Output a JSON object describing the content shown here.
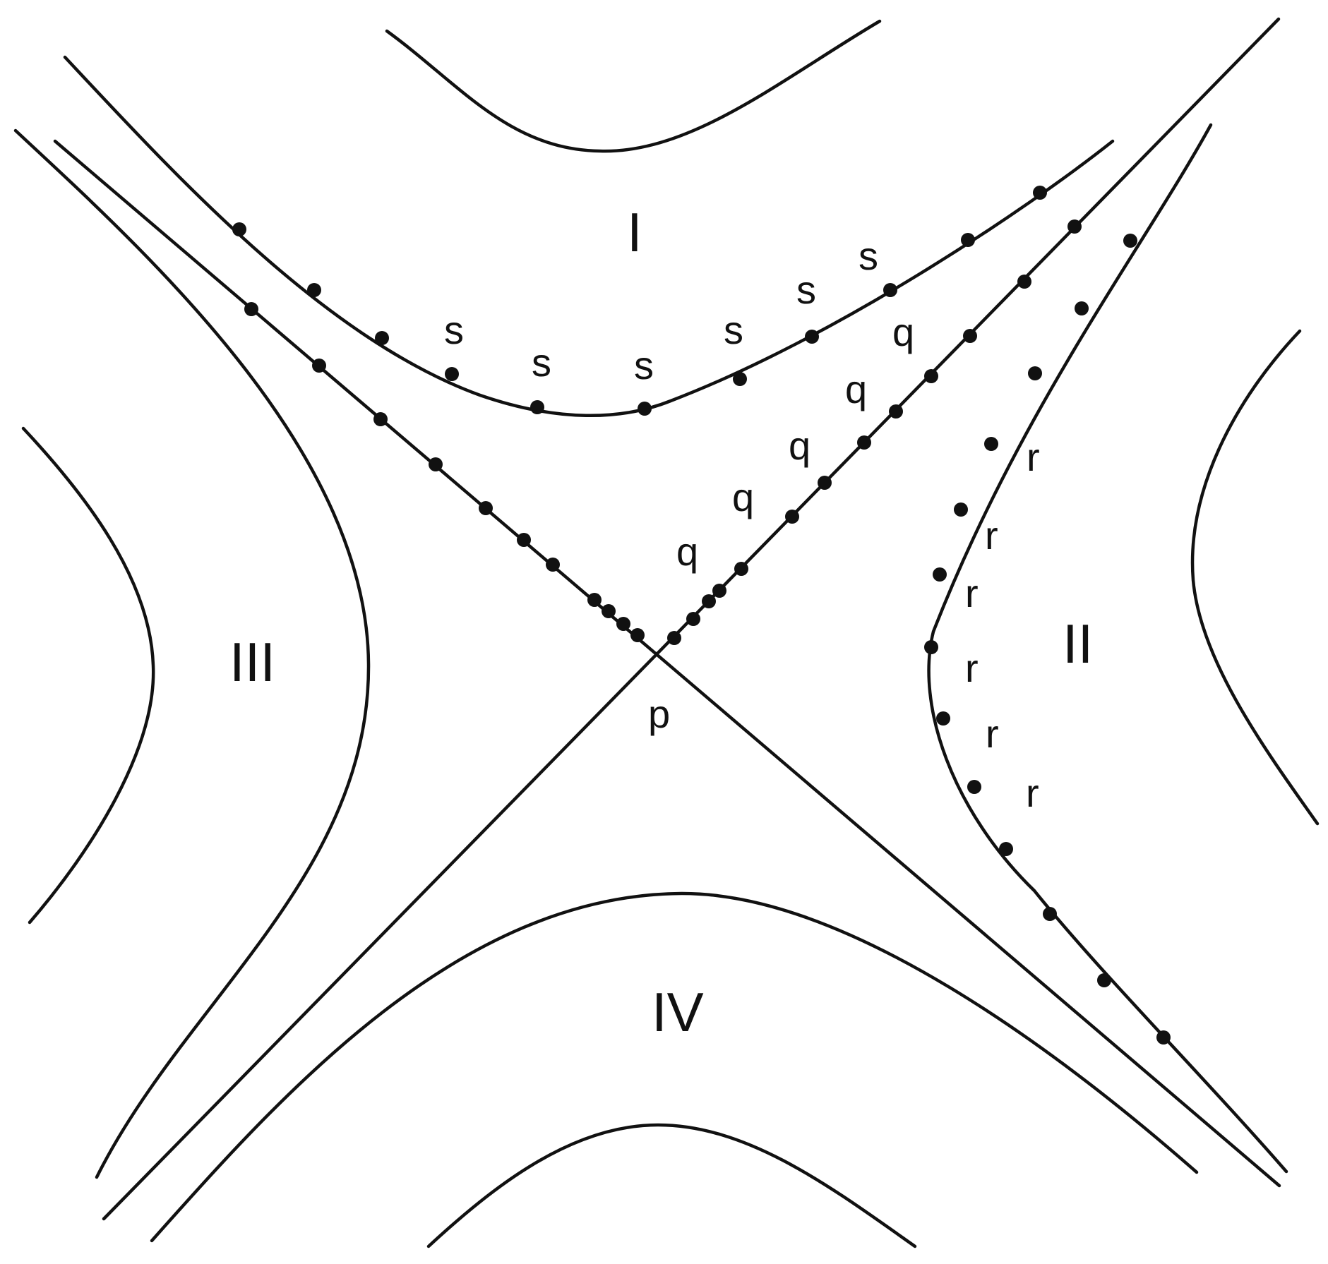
{
  "diagram": {
    "regions": {
      "top": "I",
      "right": "II",
      "left": "III",
      "bottom": "IV"
    },
    "point_labels": {
      "center": "p",
      "s": "s",
      "q": "q",
      "r": "r"
    },
    "colors": {
      "stroke": "#111111",
      "background": "#ffffff"
    }
  }
}
